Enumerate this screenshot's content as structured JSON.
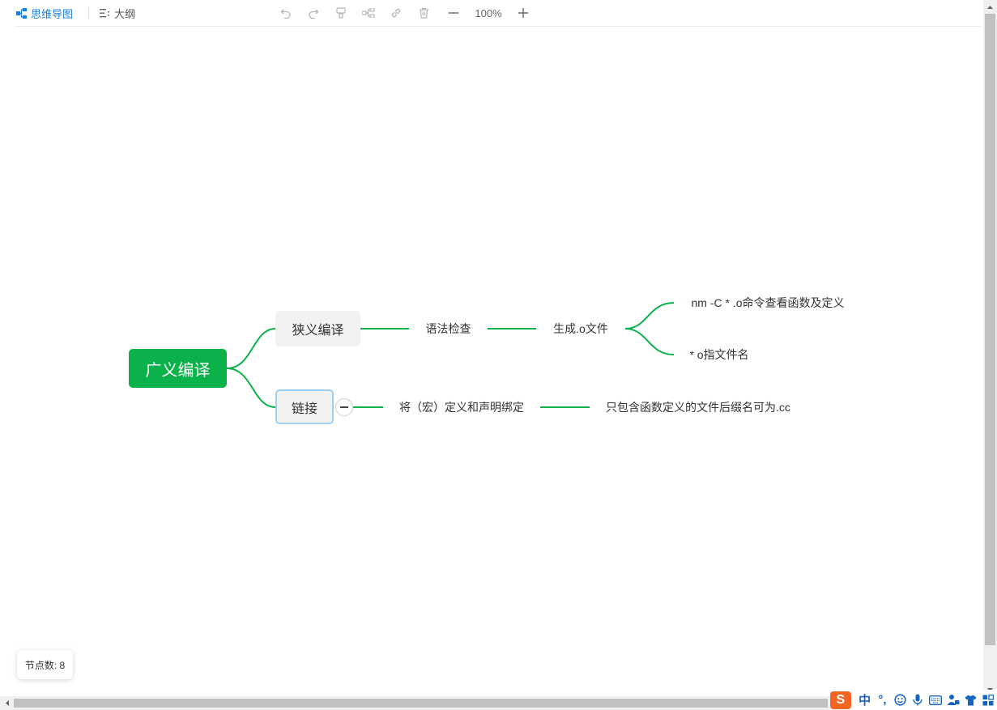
{
  "toolbar": {
    "mindmap_tab": "思维导图",
    "outline_tab": "大纲",
    "zoom_level": "100%",
    "buttons": [
      "undo-icon",
      "redo-icon",
      "format-brush-icon",
      "child-node-icon",
      "link-icon",
      "delete-icon",
      "zoom-out-icon",
      "zoom-in-icon"
    ]
  },
  "mindmap": {
    "root": "广义编译",
    "branches": [
      {
        "label": "狭义编译",
        "children": [
          {
            "label": "语法检查"
          },
          {
            "label": "生成.o文件"
          },
          {
            "label": "nm -C * .o命令查看函数及定义"
          },
          {
            "label": "* o指文件名"
          }
        ]
      },
      {
        "label": "链接",
        "children": [
          {
            "label": "将（宏）定义和声明绑定"
          },
          {
            "label": "只包含函数定义的文件后缀名可为.cc"
          }
        ]
      }
    ],
    "link_color": "#0bb24a",
    "root_color": "#0bb24a"
  },
  "status": {
    "node_count": "节点数: 8"
  },
  "ime": {
    "logo": "S",
    "mode": "中",
    "punct": "°,"
  }
}
